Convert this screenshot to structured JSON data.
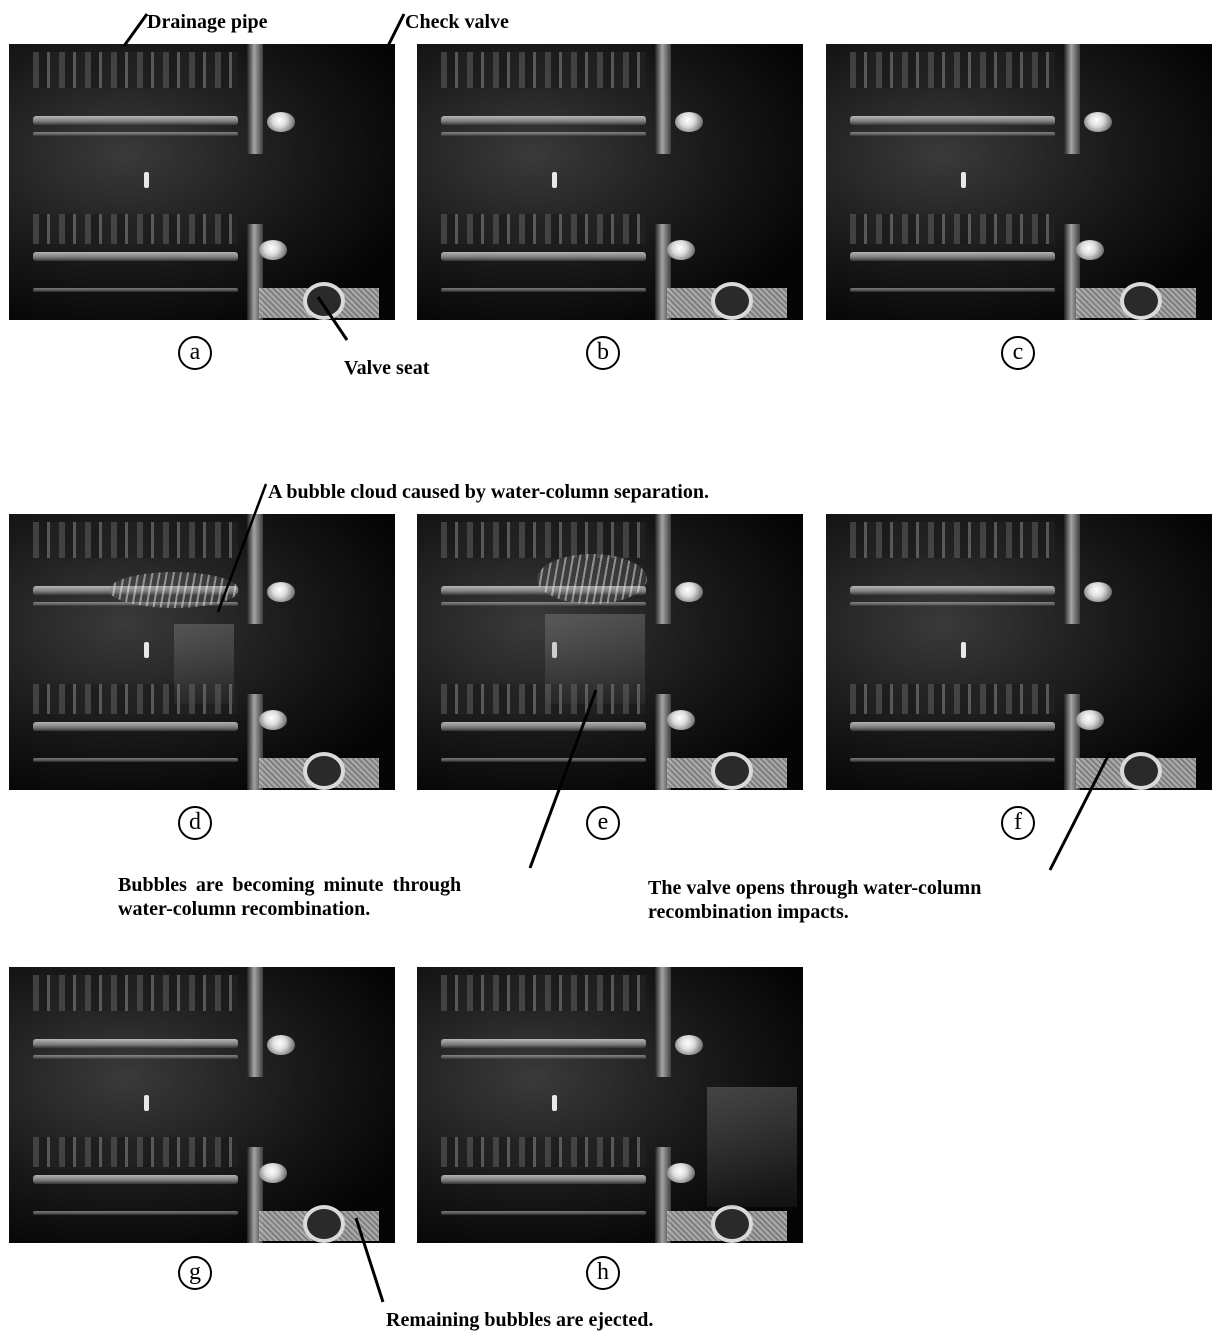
{
  "panels": [
    {
      "letter": "a"
    },
    {
      "letter": "b"
    },
    {
      "letter": "c"
    },
    {
      "letter": "d"
    },
    {
      "letter": "e"
    },
    {
      "letter": "f"
    },
    {
      "letter": "g"
    },
    {
      "letter": "h"
    }
  ],
  "annotations": {
    "drainage_pipe": "Drainage pipe",
    "check_valve": "Check valve",
    "valve_seat": "Valve seat",
    "bubble_cloud": "A bubble cloud caused by water-column separation.",
    "bubbles_minute_line1": "Bubbles are becoming minute through",
    "bubbles_minute_line2": "water-column recombination.",
    "valve_opens_line1": "The valve opens through water-column",
    "valve_opens_line2": "recombination impacts.",
    "remaining_bubbles": "Remaining bubbles are ejected."
  }
}
